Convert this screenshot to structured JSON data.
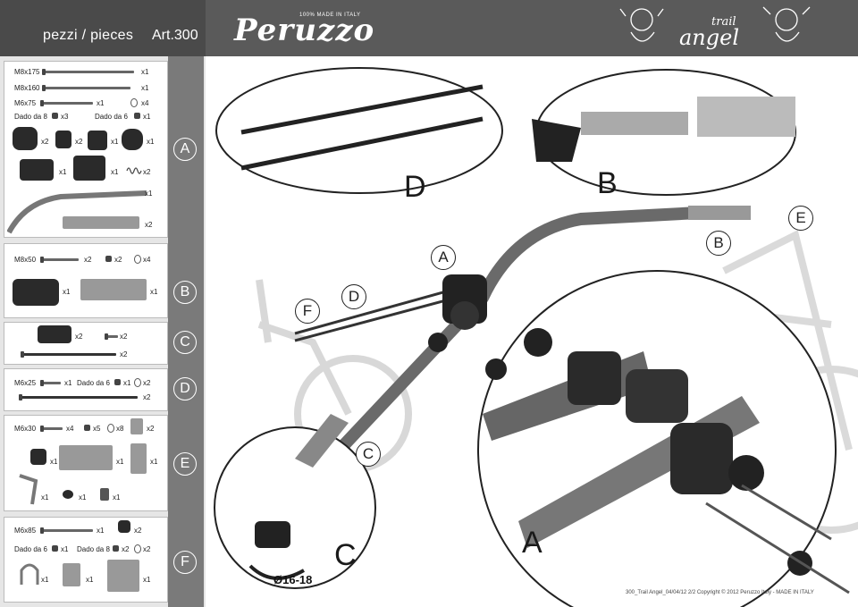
{
  "header": {
    "title": "pezzi / pieces",
    "article": "Art.300",
    "logo": "Peruzzo",
    "logo_tag": "100% MADE IN ITALY",
    "brand_trail": "trail",
    "brand_angel": "angel"
  },
  "sections": {
    "A": {
      "letter": "A",
      "parts": [
        {
          "label": "M8x175",
          "qty": "x1"
        },
        {
          "label": "M8x160",
          "qty": "x1"
        },
        {
          "label": "M6x75",
          "qty": "x1",
          "qty2": "x4"
        },
        {
          "label": "Dado da 8",
          "qty": "x3",
          "label2": "Dado da 6",
          "qty2": "x1"
        },
        {
          "qty_a": "x2",
          "qty_b": "x2",
          "qty_c": "x1",
          "qty_d": "x1"
        },
        {
          "qty_a": "x1",
          "qty_b": "x1",
          "qty_c": "x2"
        },
        {
          "qty": "x1"
        },
        {
          "qty": "x2"
        }
      ]
    },
    "B": {
      "letter": "B",
      "bolt_label": "M8x50",
      "q1": "x2",
      "q2": "x2",
      "q3": "x4",
      "q4": "x1",
      "q5": "x1"
    },
    "C": {
      "letter": "C",
      "q1": "x2",
      "q2": "x2",
      "q3": "x2"
    },
    "D": {
      "letter": "D",
      "bolt_label": "M6x25",
      "q1": "x1",
      "nut_label": "Dado da 6",
      "q2": "x1",
      "q3": "x2",
      "q4": "x2"
    },
    "E": {
      "letter": "E",
      "bolt_label": "M6x30",
      "q1": "x4",
      "q2": "x5",
      "q3": "x8",
      "q4": "x2",
      "q5": "x1",
      "q6": "x1",
      "q7": "x1",
      "q8": "x1",
      "q9": "x1",
      "q10": "x1"
    },
    "F": {
      "letter": "F",
      "bolt_label": "M6x85",
      "q1": "x1",
      "q2": "x2",
      "nut6": "Dado da 6",
      "q3": "x1",
      "nut8": "Dado da 8",
      "q4": "x2",
      "q5": "x2",
      "q6": "x1",
      "q7": "x1",
      "q8": "x1"
    }
  },
  "diagram": {
    "labels": {
      "D_big": "D",
      "B_big": "B",
      "A_big": "A",
      "C_big": "C",
      "A_circ": "A",
      "B_circ": "B",
      "C_circ": "C",
      "D_circ": "D",
      "E_circ": "E",
      "F_circ": "F"
    },
    "dimension": "Ø16-18"
  },
  "footer": {
    "text": "300_Trail Angel_04/04/12   2/2     Copyright © 2012 Peruzzo Italy - MADE IN ITALY"
  },
  "colors": {
    "header": "#5a5a5a",
    "strip": "#7a7a7a",
    "panel_bg": "#e6e6e6"
  }
}
